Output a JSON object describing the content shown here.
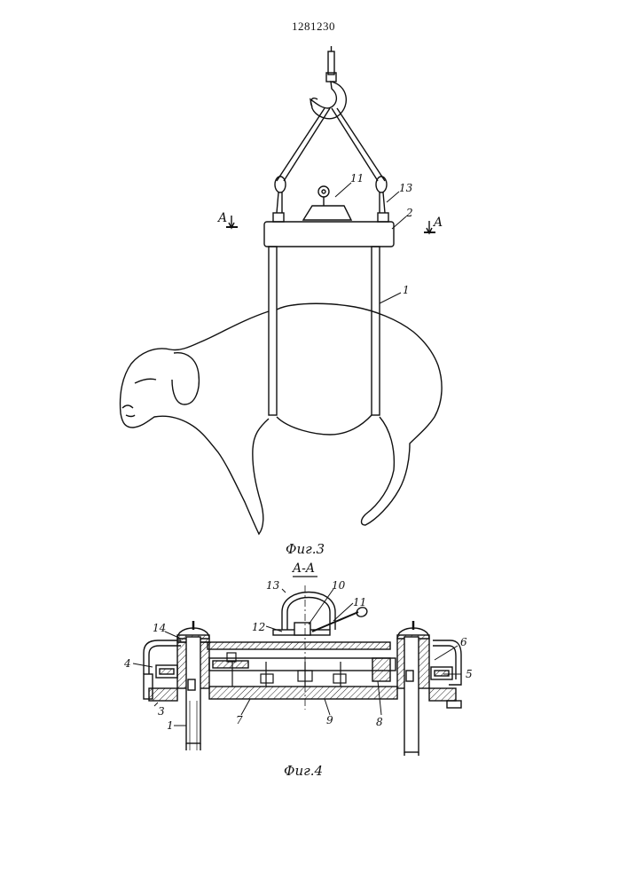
{
  "document": {
    "patent_number": "1281230"
  },
  "fig3": {
    "caption": "Фиг.3",
    "section_marker": "A",
    "labels": {
      "l1": "1",
      "l2": "2",
      "l11": "11",
      "l13": "13"
    }
  },
  "fig4": {
    "caption": "Фиг.4",
    "section_title": "A-A",
    "labels": {
      "l1": "1",
      "l3": "3",
      "l4": "4",
      "l5": "5",
      "l6": "6",
      "l7": "7",
      "l8": "8",
      "l9": "9",
      "l10": "10",
      "l11": "11",
      "l12": "12",
      "l13": "13",
      "l14": "14"
    }
  }
}
